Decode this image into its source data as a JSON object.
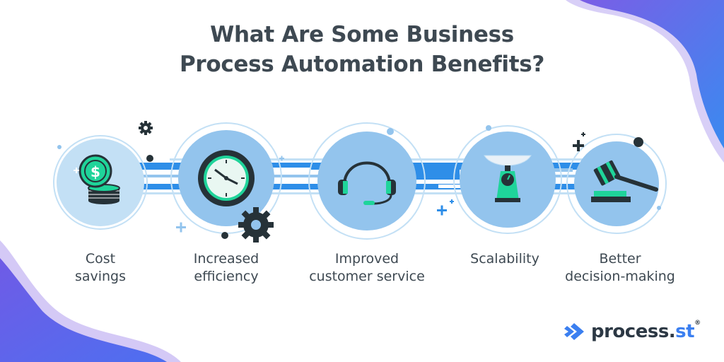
{
  "title": {
    "line1": "What Are Some Business",
    "line2": "Process Automation Benefits?"
  },
  "benefits": [
    {
      "line1": "Cost",
      "line2": "savings",
      "icon": "dollar-coins-icon"
    },
    {
      "line1": "Increased",
      "line2": "efficiency",
      "icon": "clock-icon"
    },
    {
      "line1": "Improved",
      "line2": "customer service",
      "icon": "headset-icon"
    },
    {
      "line1": "Scalability",
      "line2": "",
      "icon": "scale-icon"
    },
    {
      "line1": "Better",
      "line2": "decision-making",
      "icon": "gavel-icon"
    }
  ],
  "brand": {
    "name_main": "process.",
    "name_accent": "st",
    "registered": "®",
    "icon": "process-st-logo-icon"
  },
  "colors": {
    "title_text": "#3e4952",
    "circle_light": "#c3e0f5",
    "circle_mid": "#93c4ed",
    "band_blue": "#2e8ee8",
    "accent_green": "#1fd49a",
    "corner_purple": "#6a5ce8",
    "corner_blue": "#3b82f0",
    "dark": "#263238"
  }
}
